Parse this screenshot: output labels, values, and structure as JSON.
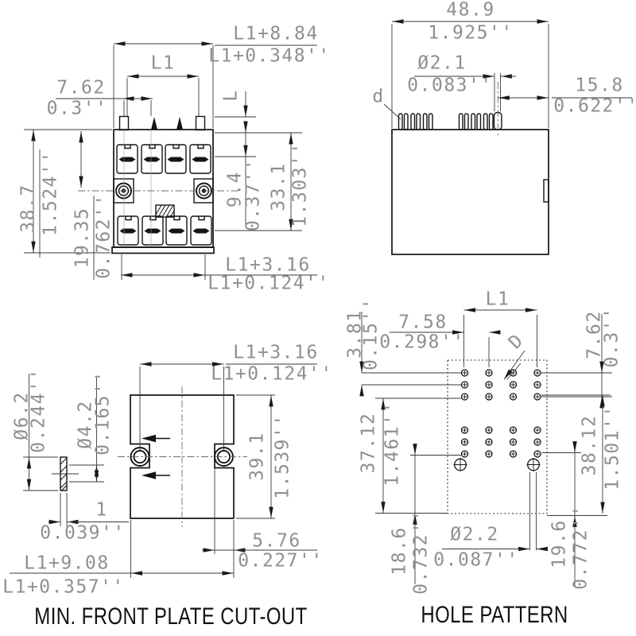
{
  "front": {
    "w_total_mm": "L1+8.84",
    "w_total_in": "L1+0.348''",
    "l1": "L1",
    "pitch_mm": "7.62",
    "pitch_in": "0.3''",
    "pin_len": "L",
    "h_mm": "38.7",
    "h_in": "1.524''",
    "flange_mm": "19.35",
    "flange_in": "0.762''",
    "slot_mm": "9.4",
    "slot_in": "0.37''",
    "span_mm": "33.1",
    "span_in": "1.303''",
    "w_bot_mm": "L1+3.16",
    "w_bot_in": "L1+0.124''"
  },
  "side": {
    "w_mm": "48.9",
    "w_in": "1.925''",
    "pin_dia_mm": "Ø2.1",
    "pin_dia_in": "0.083''",
    "offset_mm": "15.8",
    "offset_in": "0.622''",
    "pin_label": "d"
  },
  "cutout": {
    "title": "MIN. FRONT PLATE CUT-OUT",
    "w_top_mm": "L1+3.16",
    "w_top_in": "L1+0.124''",
    "h_mm": "39.1",
    "h_in": "1.539''",
    "notch_mm": "5.76",
    "notch_in": "0.227''",
    "w_bot_mm": "L1+9.08",
    "w_bot_in": "L1+0.357''",
    "hole_outer_mm": "Ø6.2",
    "hole_outer_in": "0.244''",
    "hole_inner_mm": "Ø4.2",
    "hole_inner_in": "0.165''",
    "plate_mm": "1",
    "plate_in": "0.039''"
  },
  "holes": {
    "title": "HOLE PATTERN",
    "l1": "L1",
    "row_pitch_mm": "3.81",
    "row_pitch_in": "0.15''",
    "col_pitch_mm": "7.58",
    "col_pitch_in": "0.298''",
    "row_span_mm": "7.62",
    "row_span_in": "0.3''",
    "h_left_mm": "37.12",
    "h_left_in": "1.461''",
    "h_right_mm": "38.12",
    "h_right_in": "1.501''",
    "bot_left_mm": "18.6",
    "bot_left_in": "0.732''",
    "dia_mm": "Ø2.2",
    "dia_in": "0.087''",
    "bot_right_mm": "19.6",
    "bot_right_in": "0.772''",
    "hole_label": "D"
  },
  "colors": {
    "outline": "#141414",
    "dim_line": "#3a3a3a",
    "dim_text": "#8f8f8f",
    "title_text": "#111111"
  }
}
